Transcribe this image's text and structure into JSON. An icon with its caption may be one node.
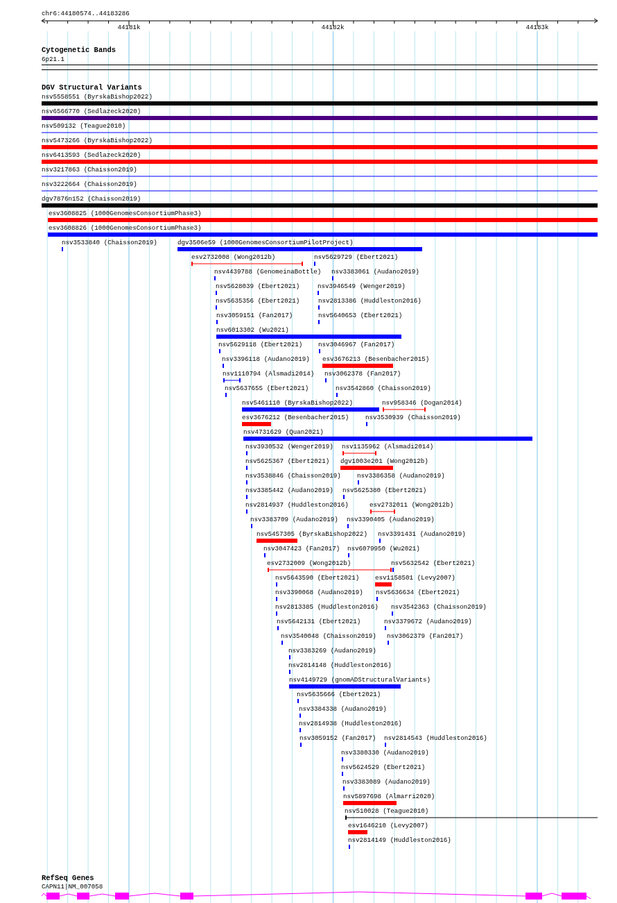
{
  "diagram": {
    "labels": [
      "chr6:44180574..44183286",
      "44181k",
      "44182k",
      "44183k",
      "Cytogenetic Bands",
      "6p21.1",
      "DGV Structural Variants",
      "nsv5558551 (ByrskaBishop2022)",
      "nsv6566770 (Sedlazeck2020)",
      "nsv509132 (Teague2010)",
      "nsv5473266 (ByrskaBishop2022)",
      "nsv6413593 (Sedlazeck2020)",
      "nsv3217863 (Chaisson2019)",
      "nsv3222664 (Chaisson2019)",
      "dgv7876n152 (Chaisson2019)",
      "esv3608825 (1000GenomesConsortiumPhase3)",
      "esv3608826 (1000GenomesConsortiumPhase3)",
      "nsv3533840 (Chaisson2019)",
      "dgv3506e59 (1000GenomesConsortiumPilotProject)",
      "esv2732008 (Wong2012b)",
      "nsv5629729 (Ebert2021)",
      "nsv4439788 (GenomeinaBottle)",
      "nsv3383061 (Audano2019)",
      "nsv5628039 (Ebert2021)",
      "nsv3946549 (Wenger2019)",
      "nsv5635356 (Ebert2021)",
      "nsv2813386 (Huddleston2016)",
      "nsv3059151 (Fan2017)",
      "nsv5640653 (Ebert2021)",
      "nsv6013302 (Wu2021)",
      "nsv5629118 (Ebert2021)",
      "nsv3046967 (Fan2017)",
      "nsv3396118 (Audano2019)",
      "esv3676213 (Besenbacher2015)",
      "nsv1110794 (Alsmadi2014)",
      "nsv3062378 (Fan2017)",
      "nsv5637655 (Ebert2021)",
      "nsv3542860 (Chaisson2019)",
      "nsv5461110 (ByrskaBishop2022)",
      "nsv958346 (Dogan2014)",
      "esv3676212 (Besenbacher2015)",
      "nsv3530939 (Chaisson2019)",
      "nsv4731629 (Quan2021)",
      "nsv3930532 (Wenger2019)",
      "nsv1135962 (Alsmadi2014)",
      "nsv5625367 (Ebert2021)",
      "dgv1003e201 (Wong2012b)",
      "nsv3538846 (Chaisson2019)",
      "nsv3386358 (Audano2019)",
      "nsv3385442 (Audano2019)",
      "nsv5625380 (Ebert2021)",
      "nsv2814937 (Huddleston2016)",
      "esv2732011 (Wong2012b)",
      "nsv3383709 (Audano2019)",
      "nsv3390405 (Audano2019)",
      "nsv5457305 (ByrskaBishop2022)",
      "nsv3391431 (Audano2019)",
      "nsv3047423 (Fan2017)",
      "nsv6079950 (Wu2021)",
      "esv2732009 (Wong2012b)",
      "nsv5632542 (Ebert2021)",
      "nsv5643590 (Ebert2021)",
      "esv1158501 (Levy2007)",
      "nsv3390068 (Audano2019)",
      "nsv5636634 (Ebert2021)",
      "nsv2813385 (Huddleston2016)",
      "nsv3542363 (Chaisson2019)",
      "nsv5642131 (Ebert2021)",
      "nsv3379672 (Audano2019)",
      "nsv3540048 (Chaisson2019)",
      "nsv3062379 (Fan2017)",
      "nsv3383269 (Audano2019)",
      "nsv2814148 (Huddleston2016)",
      "nsv4149729 (gnomADStructuralVariants)",
      "nsv5635666 (Ebert2021)",
      "nsv3384338 (Audano2019)",
      "nsv2814938 (Huddleston2016)",
      "nsv3059152 (Fan2017)",
      "nsv2814543 (Huddleston2016)",
      "nsv3380330 (Audano2019)",
      "nsv5624529 (Ebert2021)",
      "nsv3383089 (Audano2019)",
      "nsv5897698 (Almarri2020)",
      "nsv510028 (Teague2010)",
      "esv1646210 (Levy2007)",
      "nsv2814149 (Huddleston2016)",
      "RefSeq Genes",
      "CAPN11|NM_007058"
    ]
  }
}
